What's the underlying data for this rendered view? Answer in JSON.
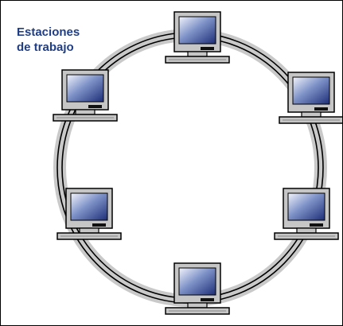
{
  "label": {
    "line1": "Estaciones",
    "line2": "de trabajo"
  },
  "workstations": [
    {
      "id": "top",
      "icon": "computer-icon"
    },
    {
      "id": "upper-right",
      "icon": "computer-icon"
    },
    {
      "id": "lower-right",
      "icon": "computer-icon"
    },
    {
      "id": "bottom",
      "icon": "computer-icon"
    },
    {
      "id": "lower-left",
      "icon": "computer-icon"
    },
    {
      "id": "upper-left",
      "icon": "computer-icon"
    }
  ],
  "colors": {
    "label": "#1f3e86",
    "ring_halo": "#c9c9c9",
    "cable": "#000000",
    "screen_dark": "#1e2e78",
    "screen_light": "#dfe6f5",
    "case": "#c6c6c6"
  }
}
